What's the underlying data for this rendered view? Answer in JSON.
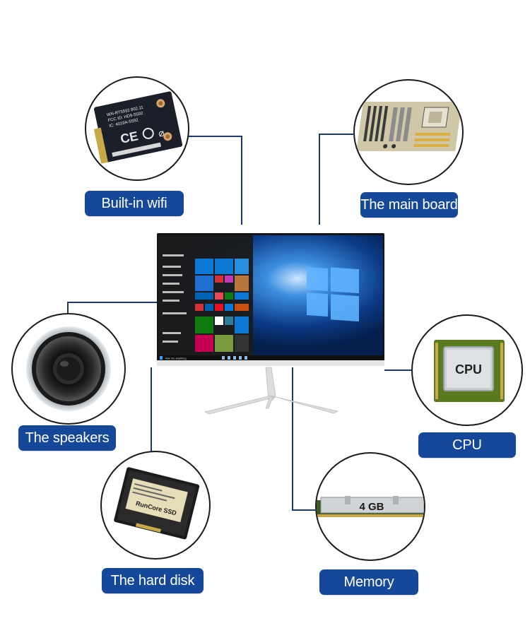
{
  "components": [
    {
      "id": "wifi",
      "label": "Built-in wifi"
    },
    {
      "id": "mainboard",
      "label": "The main board"
    },
    {
      "id": "speakers",
      "label": "The speakers"
    },
    {
      "id": "cpu",
      "label": "CPU",
      "chip_text": "CPU"
    },
    {
      "id": "harddisk",
      "label": "The hard disk",
      "disk_text": "RunCore SSD"
    },
    {
      "id": "memory",
      "label": "Memory",
      "ram_text": "4 GB"
    }
  ],
  "colors": {
    "label_bg": "#16489a",
    "wire": "#1d3a70",
    "circle_border": "#1a1a1a"
  },
  "screen": {
    "search_placeholder": "Ask me anything"
  }
}
